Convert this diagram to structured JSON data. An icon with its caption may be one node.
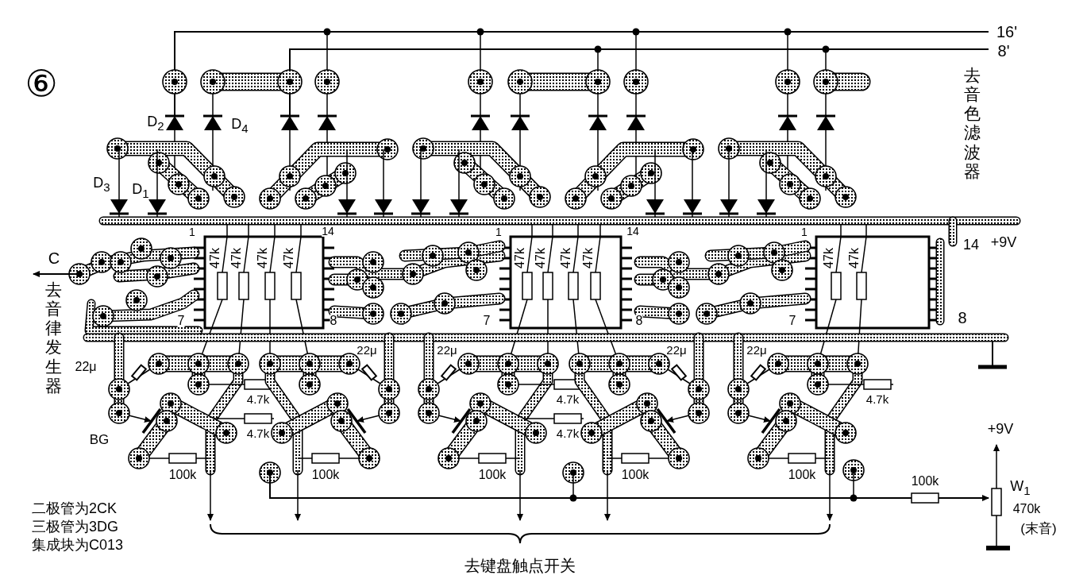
{
  "diagram": {
    "labels": [
      "⑥",
      "16'",
      "8'",
      "去音色滤波器",
      "D$_{2}$",
      "D$_{4}$",
      "D$_{3}$",
      "D$_{1}$",
      "1",
      "14",
      "1",
      "14",
      "1",
      "14",
      "+9V",
      "C",
      "去音律发生器",
      "47k",
      "47k",
      "47k",
      "47k",
      "47k",
      "47k",
      "47k",
      "47k",
      "47k",
      "47k",
      "7",
      "8",
      "7",
      "8",
      "7",
      "8",
      "22μ",
      "22μ",
      "22μ",
      "22μ",
      "22μ",
      "4.7k",
      "4.7k",
      "4.7k",
      "4.7k",
      "4.7k",
      "BG",
      "100k",
      "100k",
      "100k",
      "100k",
      "100k",
      "二极管为2CK",
      "三极管为3DG",
      "集成块为C013",
      "100k",
      "+9V",
      "W$_{1}$",
      "470k",
      "(末音)",
      "去键盘触点开关"
    ]
  }
}
